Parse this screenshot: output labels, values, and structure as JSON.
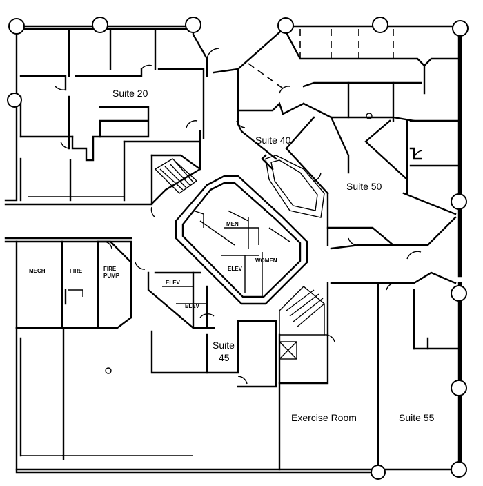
{
  "labels": {
    "suite20": "Suite 20",
    "suite40": "Suite 40",
    "suite50": "Suite 50",
    "suite45_line1": "Suite",
    "suite45_line2": "45",
    "suite55": "Suite 55",
    "exercise": "Exercise Room",
    "mech": "MECH",
    "fire": "FIRE",
    "fire_pump_line1": "FIRE",
    "fire_pump_line2": "PUMP",
    "elev_upper": "ELEV",
    "elev_lower": "ELEV",
    "elev_core": "ELEV",
    "men": "MEN",
    "women": "WOMEN"
  }
}
